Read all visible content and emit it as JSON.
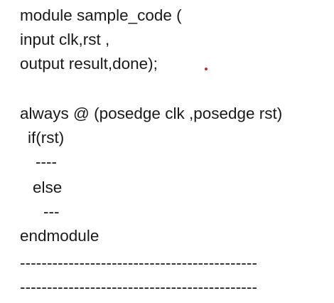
{
  "document": {
    "lines": [
      "module sample_code (",
      "input clk,rst ,",
      "output result,done);",
      "always @ (posedge clk ,posedge rst)",
      "if(rst)",
      "----",
      "else",
      "---",
      "endmodule",
      "--------------------------------------------",
      "--------------------------------------------"
    ],
    "marker_color": "#c0282e"
  }
}
